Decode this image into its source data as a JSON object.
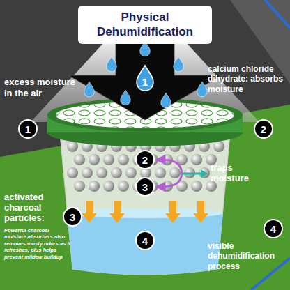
{
  "diagram": {
    "title": "Physical Dehumidification",
    "nodes": [
      {
        "text": [
          "1"
        ]
      },
      {
        "text": [
          "1"
        ]
      },
      {
        "text": [
          "2"
        ]
      },
      {
        "text": [
          "2"
        ]
      },
      {
        "text": [
          "3"
        ]
      },
      {
        "text": [
          "3"
        ]
      },
      {
        "text": [
          "4"
        ]
      },
      {
        "text": [
          "4"
        ]
      }
    ],
    "edges": [
      {
        "from": 3,
        "to": 4,
        "arrow": "both"
      }
    ],
    "labels": [
      "excess moisture in the air",
      "calcium chloride dihydrate: absorbs moisture",
      "traps moisture",
      "activated charcoal particles:",
      "Powerful charcoal moisture absorbers also removes musty odors as it refreshes, plus helps prevent mildew buildup",
      "visible dehumidification process"
    ]
  }
}
